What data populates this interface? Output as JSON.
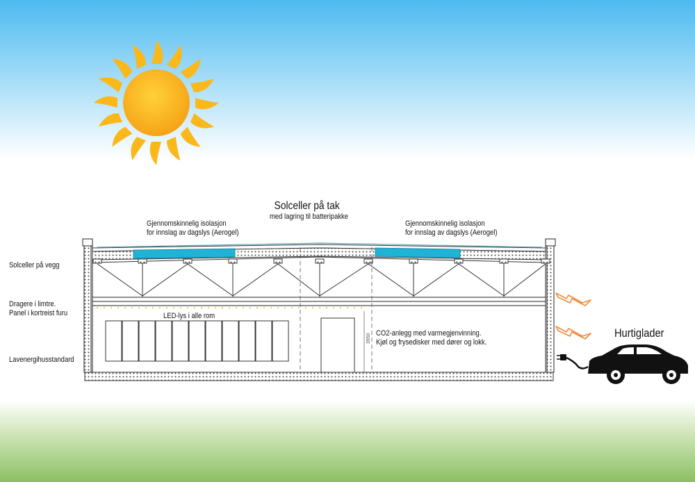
{
  "roof": {
    "title": "Solceller på tak",
    "subtitle": "med lagring til batteripakke",
    "insulation_left_line1": "Gjennomskinnelig isolasjon",
    "insulation_left_line2": "for innslag av dagslys (Aerogel)",
    "insulation_right_line1": "Gjennomskinnelig isolasjon",
    "insulation_right_line2": "for innslag av dagslys (Aerogel)"
  },
  "left_labels": {
    "wall_solar": "Solceller på vegg",
    "beams_line1": "Dragere i limtre.",
    "beams_line2": "Panel i kortreist furu",
    "standard": "Lavenergihusstandard"
  },
  "interior": {
    "led": "LED-lys i alle rom",
    "co2_line1": "CO2-anlegg med varmegjenvinning.",
    "co2_line2": "Kjøl og frysedisker med dører og lokk.",
    "dimension": "3950"
  },
  "charger": {
    "label": "Hurtiglader"
  },
  "colors": {
    "sky_top": "#4dbaf0",
    "ground": "#8cc063",
    "sun": "#fbb81a",
    "aerogel": "#1fb3d6",
    "bolt": "#f28a3a"
  },
  "icons": [
    "sun-icon",
    "lightning-bolt-icon",
    "plug-icon",
    "car-icon"
  ]
}
